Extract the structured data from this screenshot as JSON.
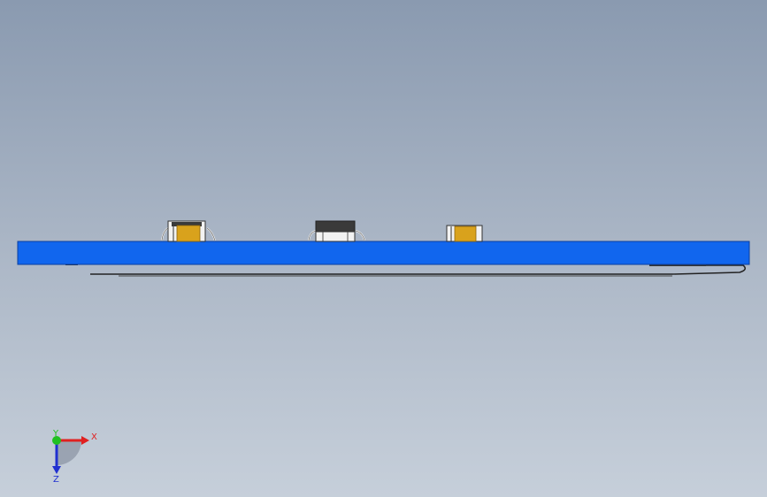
{
  "colors": {
    "board": "#1166ee",
    "board_edge": "#0a3fa0",
    "capacitor": "#d9a21c",
    "ic_top": "#3a3a3a",
    "axis_x": "#e02020",
    "axis_y": "#20c020",
    "axis_z": "#2030d0"
  },
  "triad": {
    "x_label": "X",
    "y_label": "Y",
    "z_label": "Z"
  }
}
